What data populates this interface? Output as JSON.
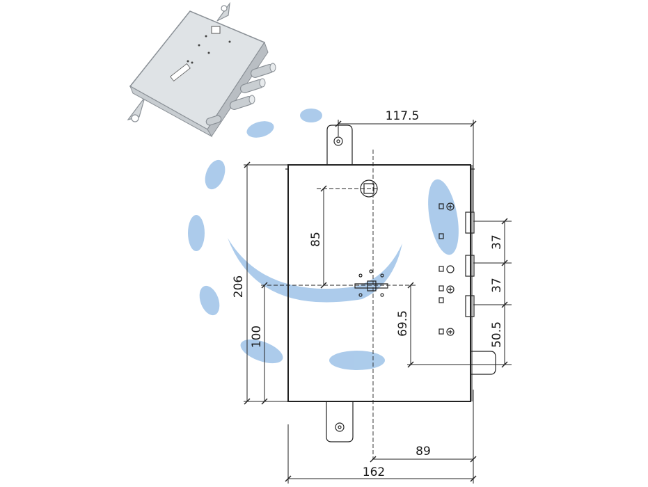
{
  "diagram": {
    "subject": "mortise lock with cylinder bolts",
    "dimensions": {
      "top_width": "117.5",
      "bolt_spacing_upper": "37",
      "bolt_spacing_lower": "37",
      "bottom_bolt_offset": "50.5",
      "total_height": "206",
      "lower_height": "100",
      "handle_to_cylinder": "85",
      "cylinder_to_deadbolt": "69.5",
      "backset": "89",
      "total_width": "162"
    },
    "colors": {
      "line": "#222222",
      "watermark": "#9ec3e8",
      "lock_body": "#dfe3e6"
    }
  }
}
